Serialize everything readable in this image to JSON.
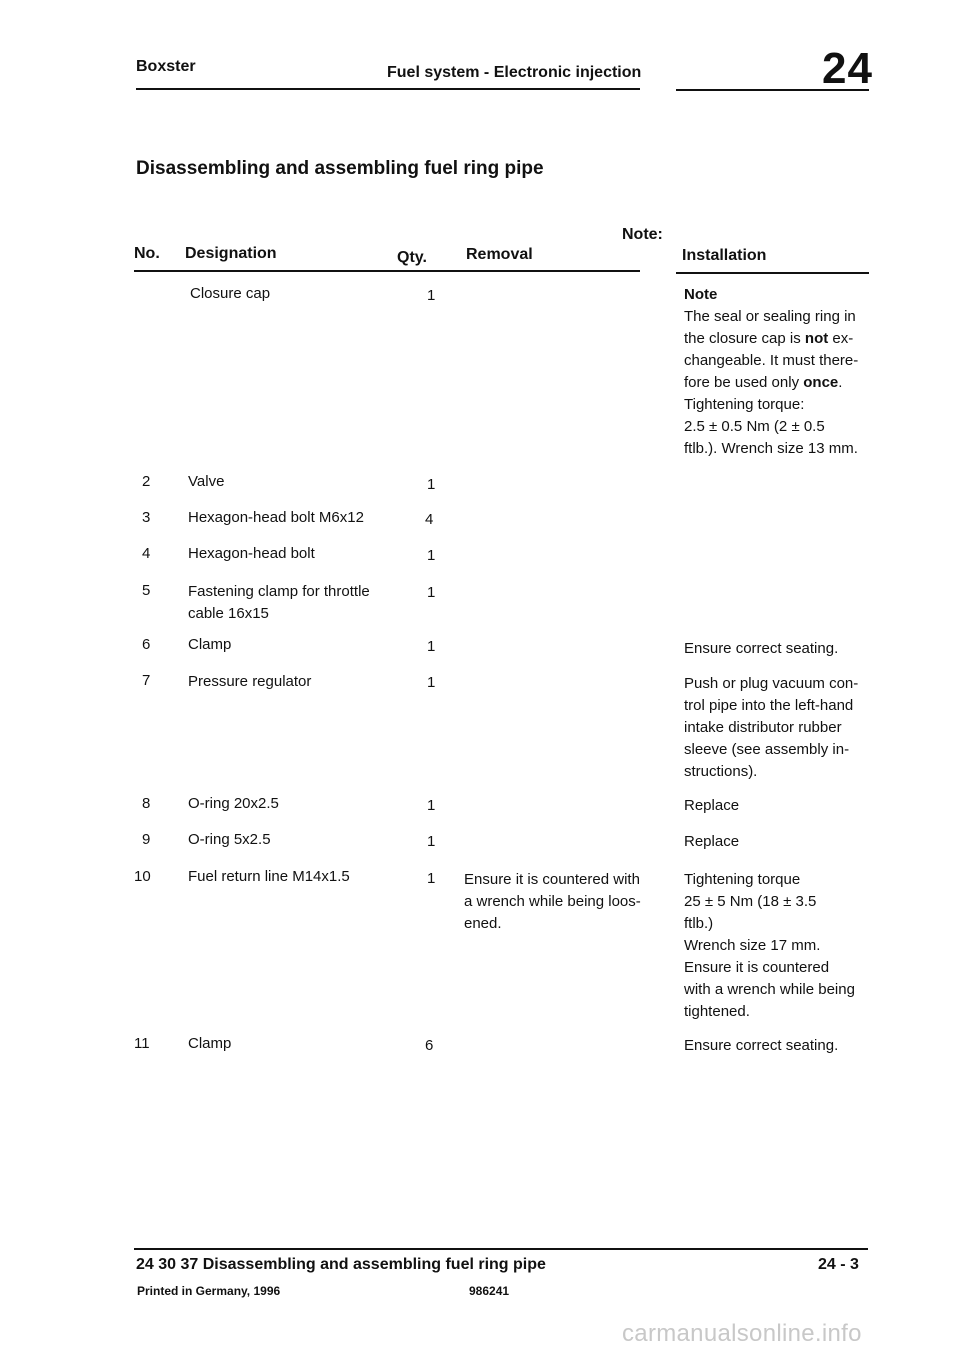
{
  "header": {
    "model": "Boxster",
    "section": "Fuel system - Electronic injection",
    "group_number": "24"
  },
  "title": "Disassembling and assembling fuel ring pipe",
  "table": {
    "note_label": "Note:",
    "columns": {
      "no": "No.",
      "designation": "Designation",
      "qty": "Qty.",
      "removal": "Removal",
      "installation": "Installation"
    },
    "rows": [
      {
        "no": "",
        "designation": "Closure cap",
        "qty": "1",
        "removal": ""
      },
      {
        "no": "2",
        "designation": "Valve",
        "qty": "1",
        "removal": "",
        "installation": ""
      },
      {
        "no": "3",
        "designation": "Hexagon-head bolt M6x12",
        "qty": "4",
        "removal": "",
        "installation": ""
      },
      {
        "no": "4",
        "designation": "Hexagon-head bolt",
        "qty": "1",
        "removal": "",
        "installation": ""
      },
      {
        "no": "5",
        "designation": "Fastening clamp for throttle\ncable 16x15",
        "qty": "1",
        "removal": "",
        "installation": ""
      },
      {
        "no": "6",
        "designation": "Clamp",
        "qty": "1",
        "removal": "",
        "installation": "Ensure correct seating."
      },
      {
        "no": "7",
        "designation": "Pressure regulator",
        "qty": "1",
        "removal": "",
        "installation": "Push or plug vacuum con-\ntrol pipe into the left-hand\nintake distributor rubber\nsleeve (see assembly in-\nstructions)."
      },
      {
        "no": "8",
        "designation": "O-ring 20x2.5",
        "qty": "1",
        "removal": "",
        "installation": "Replace"
      },
      {
        "no": "9",
        "designation": "O-ring 5x2.5",
        "qty": "1",
        "removal": "",
        "installation": "Replace"
      },
      {
        "no": "10",
        "designation": "Fuel return line M14x1.5",
        "qty": "1",
        "removal": "Ensure it is countered with\na wrench while being loos-\nened.",
        "installation": "Tightening torque\n25 ± 5 Nm (18 ± 3.5\nftlb.)\nWrench size 17 mm.\nEnsure it is countered\nwith a wrench while being\ntightened."
      },
      {
        "no": "11",
        "designation": "Clamp",
        "qty": "6",
        "removal": "",
        "installation": "Ensure correct seating."
      }
    ],
    "row1_installation": {
      "heading": "Note",
      "l1": "The seal or sealing ring in",
      "l2a": "the closure cap is ",
      "l2b": "not",
      "l2c": " ex-",
      "l3": "changeable. It must there-",
      "l4a": "fore be used only ",
      "l4b": "once",
      "l4c": ".",
      "l5": "Tightening torque:",
      "l6": "2.5 ± 0.5 Nm (2 ± 0.5",
      "l7": "ftlb.). Wrench size 13 mm."
    }
  },
  "footer": {
    "section_title": "24 30 37 Disassembling and assembling fuel ring pipe",
    "page": "24 - 3",
    "printed": "Printed in Germany, 1996",
    "doc_number": "986241"
  },
  "watermark": "carmanualsonline.info"
}
